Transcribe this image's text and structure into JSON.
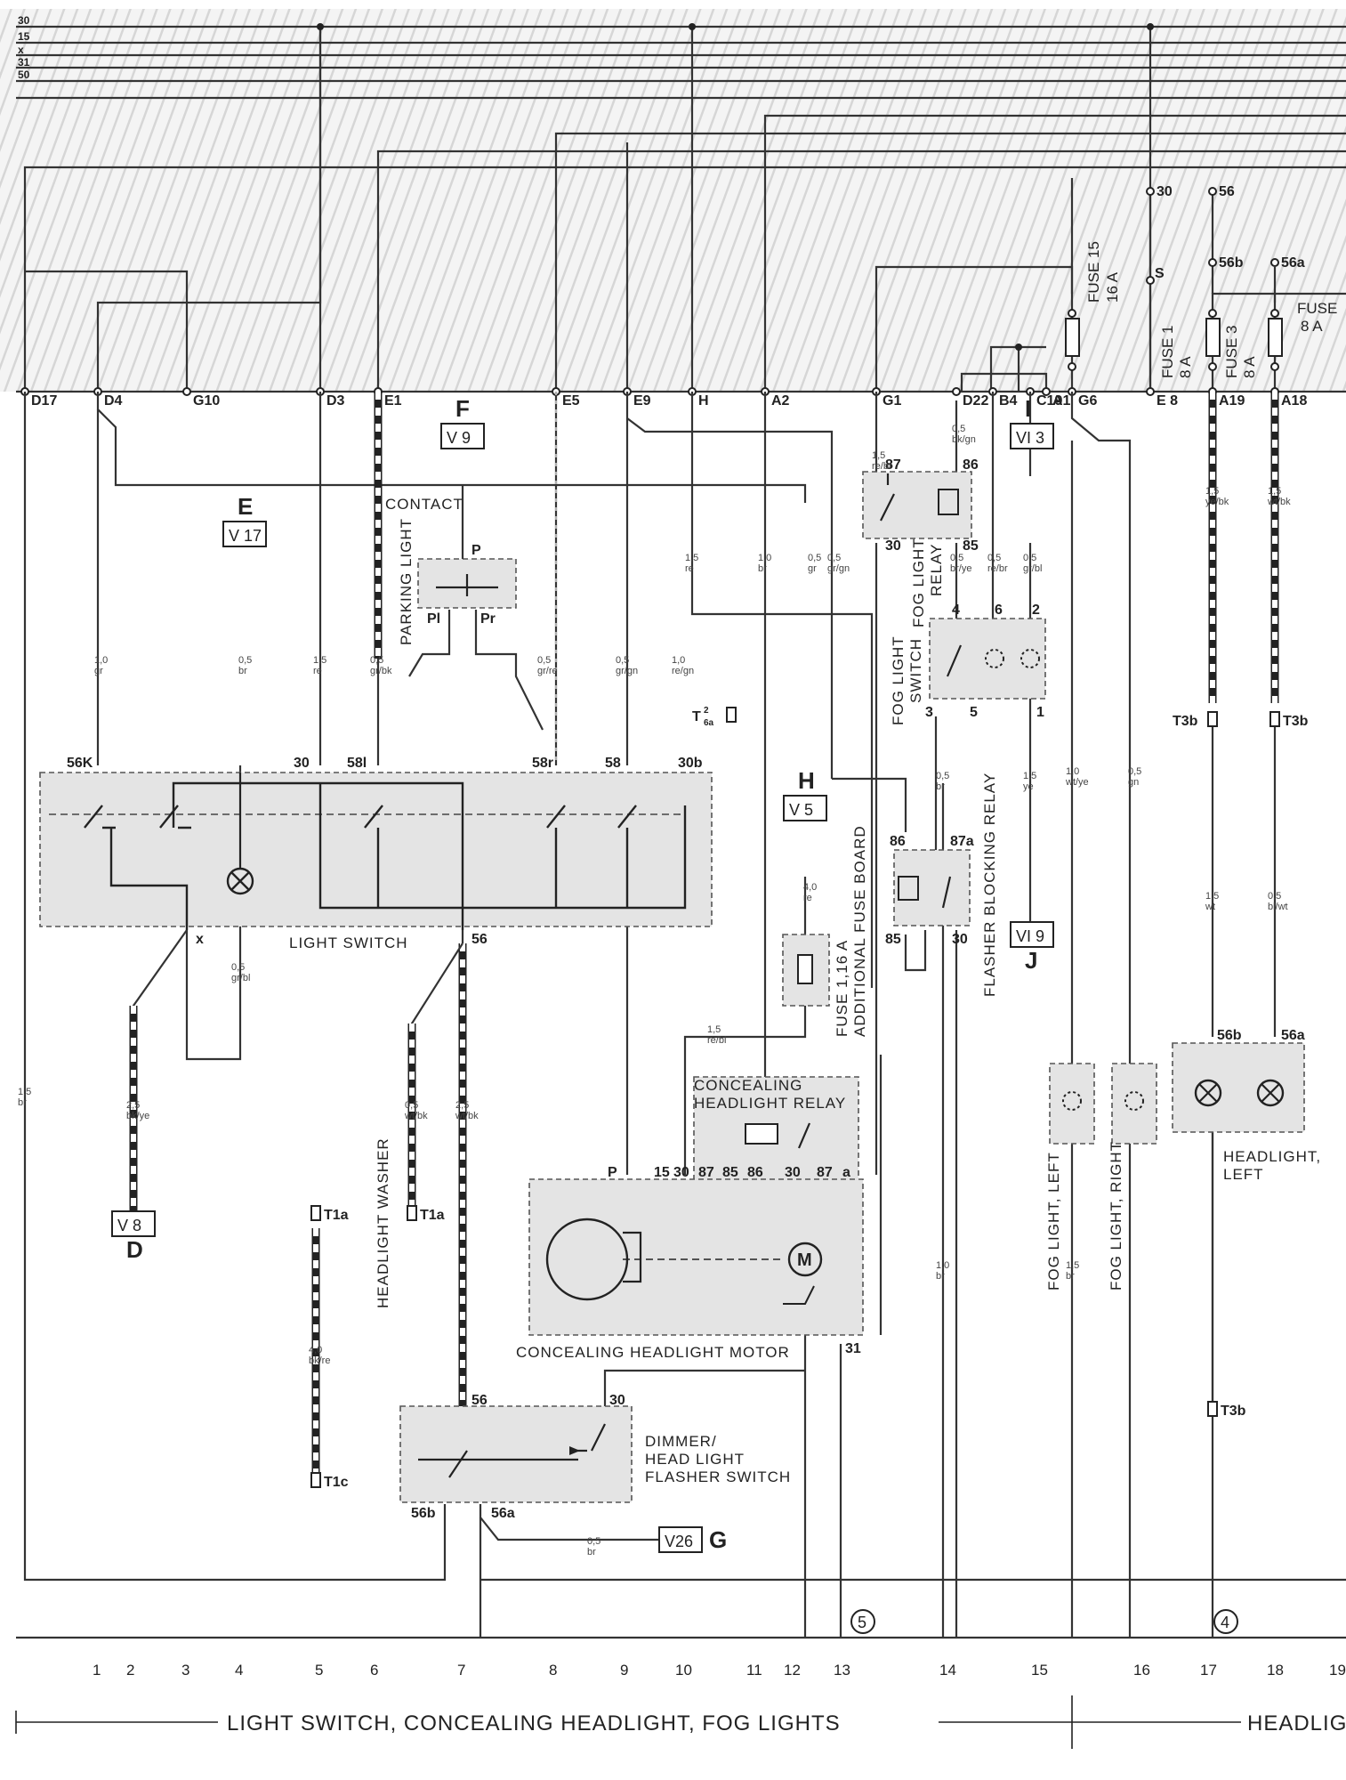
{
  "bus_lines": [
    "30",
    "15",
    "x",
    "31",
    "50"
  ],
  "top_connectors": [
    "D17",
    "D4",
    "G10",
    "D3",
    "E1",
    "E5",
    "E9",
    "H",
    "A2",
    "G1",
    "D22",
    "B4",
    "C19",
    "A1",
    "G6",
    "E 8",
    "A19",
    "A18"
  ],
  "fuses": {
    "fuse15": [
      "FUSE 15",
      "16 A"
    ],
    "fuse1": [
      "FUSE 1",
      "8 A"
    ],
    "fuse3": [
      "FUSE 3",
      "8 A"
    ],
    "fuse_right": [
      "FUSE",
      "8 A"
    ],
    "terminals": [
      "30",
      "56",
      "S",
      "56b",
      "56a"
    ]
  },
  "refs": {
    "E": {
      "letter": "E",
      "code": "V 17"
    },
    "F": {
      "letter": "F",
      "code": "V 9"
    },
    "I": {
      "letter": "I",
      "code": "VI 3"
    },
    "H": {
      "letter": "H",
      "code": "V 5"
    },
    "J": {
      "letter": "J",
      "code": "VI 9"
    },
    "D": {
      "letter": "D",
      "code": "V 8"
    },
    "G": {
      "letter": "G",
      "code": "V26"
    }
  },
  "components": {
    "light_switch": "LIGHT SWITCH",
    "parking_light_contact": [
      "CONTACT",
      "PARKING LIGHT"
    ],
    "fog_light_relay": [
      "FOG LIGHT",
      "RELAY"
    ],
    "fog_light_switch": [
      "FOG LIGHT",
      "SWITCH"
    ],
    "flasher_blocking_relay": "FLASHER BLOCKING RELAY",
    "additional_fuse_board": [
      "FUSE 1,16 A",
      "ADDITIONAL  FUSE BOARD"
    ],
    "concealing_headlight_relay": [
      "CONCEALING",
      "HEADLIGHT RELAY"
    ],
    "concealing_headlight_motor": "CONCEALING  HEADLIGHT  MOTOR",
    "dimmer_switch": [
      "DIMMER/",
      "HEAD LIGHT",
      "FLASHER SWITCH"
    ],
    "headlight_washer": "HEADLIGHT WASHER",
    "fog_light_left": "FOG LIGHT, LEFT",
    "fog_light_right": "FOG LIGHT, RIGHT",
    "headlight_left": [
      "HEADLIGHT,",
      "LEFT"
    ]
  },
  "switch_pins": [
    "56K",
    "30",
    "58l",
    "58r",
    "58",
    "30b",
    "x",
    "56"
  ],
  "relay_pins": {
    "fog_relay": [
      "87",
      "86",
      "85",
      "30"
    ],
    "fog_switch": [
      "4",
      "6",
      "2",
      "3",
      "5",
      "1"
    ],
    "flasher": [
      "86",
      "87a",
      "85",
      "30"
    ],
    "motor": [
      "P",
      "15",
      "30",
      "87",
      "85",
      "86",
      "30",
      "87",
      "a",
      "31"
    ],
    "dimmer": [
      "56",
      "30",
      "56b",
      "56a"
    ],
    "parking": [
      "P",
      "Pl",
      "Pr"
    ],
    "headlight": [
      "56b",
      "56a"
    ]
  },
  "connectors": {
    "t6a": "T",
    "t6a_sup": "2",
    "t6a_sub": "6a",
    "t1a": "T1a",
    "t1c": "T1c",
    "t3b": "T3b"
  },
  "wire_labels": [
    {
      "size": "1,0",
      "color": "gr"
    },
    {
      "size": "0,5",
      "color": "br"
    },
    {
      "size": "1,5",
      "color": "re"
    },
    {
      "size": "0,5",
      "color": "gr/bk"
    },
    {
      "size": "0,5",
      "color": "gr/re"
    },
    {
      "size": "0,5",
      "color": "gr/gn"
    },
    {
      "size": "1,0",
      "color": "re/gn"
    },
    {
      "size": "1,5",
      "color": "re"
    },
    {
      "size": "1,0",
      "color": "br"
    },
    {
      "size": "0,5",
      "color": "gr"
    },
    {
      "size": "0,5",
      "color": "gr/gn"
    },
    {
      "size": "1,5",
      "color": "re/br"
    },
    {
      "size": "0,5",
      "color": "bk/gn"
    },
    {
      "size": "0,5",
      "color": "br/ye"
    },
    {
      "size": "0,5",
      "color": "re/br"
    },
    {
      "size": "0,5",
      "color": "gr/bl"
    },
    {
      "size": "1,5",
      "color": "ye/bk"
    },
    {
      "size": "1,5",
      "color": "wt/bk"
    },
    {
      "size": "2,5",
      "color": "bk/ye"
    },
    {
      "size": "0,5",
      "color": "wt/bk"
    },
    {
      "size": "2,5",
      "color": "wt/bk"
    },
    {
      "size": "4,0",
      "color": "bk/re"
    },
    {
      "size": "1,5",
      "color": "br"
    },
    {
      "size": "0,5",
      "color": "gr/bl"
    },
    {
      "size": "4,0",
      "color": "re"
    },
    {
      "size": "1,5",
      "color": "re/bl"
    },
    {
      "size": "1,0",
      "color": "wt/ye"
    },
    {
      "size": "0,5",
      "color": "gn"
    },
    {
      "size": "0,5",
      "color": "br"
    },
    {
      "size": "1,5",
      "color": "ye"
    },
    {
      "size": "1,5",
      "color": "wt"
    },
    {
      "size": "0,5",
      "color": "bl/wt"
    },
    {
      "size": "0,5",
      "color": "br"
    },
    {
      "size": "1,0",
      "color": "br"
    },
    {
      "size": "1,5",
      "color": "br"
    }
  ],
  "bottom_circles": [
    "5",
    "4"
  ],
  "column_numbers": [
    "1",
    "2",
    "3",
    "4",
    "5",
    "6",
    "7",
    "8",
    "9",
    "10",
    "11",
    "12",
    "13",
    "14",
    "15",
    "16",
    "17",
    "18",
    "19"
  ],
  "footer": {
    "section1": "LIGHT  SWITCH,  CONCEALING  HEADLIGHT,  FOG LIGHTS",
    "section2": "HEADLIG"
  }
}
